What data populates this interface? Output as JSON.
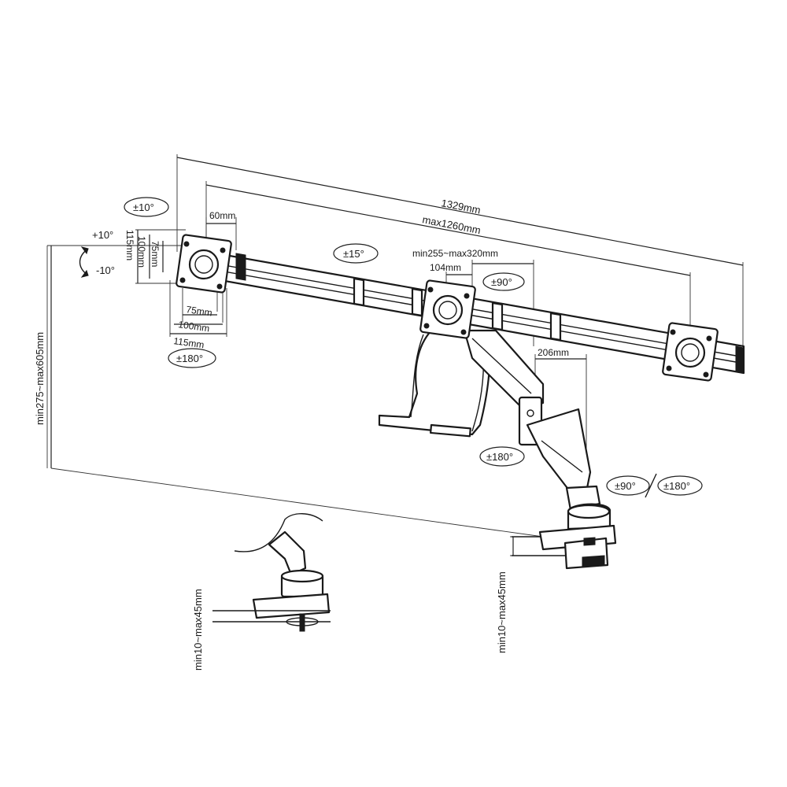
{
  "dimensions": {
    "overall_width": "1329mm",
    "max_rail_width": "max1260mm",
    "vesa_offset": "60mm",
    "arm_extension": "min255~max320mm",
    "center_offset": "104mm",
    "arm_depth": "206mm",
    "height_range": "min275~max605mm",
    "clamp_range_side": "min10~max45mm",
    "clamp_range_inset": "min10~max45mm",
    "vesa_h_75": "75mm",
    "vesa_h_100": "100mm",
    "vesa_h_115": "115mm",
    "vesa_v_75": "75mm",
    "vesa_v_100": "100mm",
    "vesa_v_115": "115mm"
  },
  "rotations": {
    "swivel_top": "±10°",
    "tilt_up": "+10°",
    "tilt_down": "-10°",
    "rotate_left": "±180°",
    "rail_tilt": "±15°",
    "head_swivel": "±90°",
    "elbow": "±180°",
    "base_swivel_a": "±90°",
    "base_swivel_b": "±180°"
  }
}
